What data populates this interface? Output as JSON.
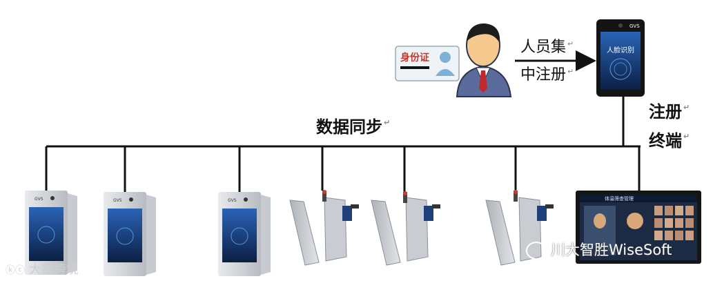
{
  "labels": {
    "register": [
      "人员集",
      "中注册"
    ],
    "sync": "数据同步",
    "terminal": [
      "注册",
      "终端"
    ],
    "para_mark": "↵"
  },
  "id_card": {
    "title": "身份证"
  },
  "face_terminal": {
    "screen_text": "人脸识别",
    "brand": "GVS"
  },
  "monitor": {
    "title": "体温筛查管理"
  },
  "watermarks": {
    "left": "大数跨境",
    "right": "川大智胜WiseSoft"
  },
  "colors": {
    "line": "#111111",
    "terminal_screen": "#1f4b8f",
    "person_suit": "#5b6b9c",
    "tie": "#c0282b",
    "skin": "#f5c98d",
    "gate_body": "#c9cdd2",
    "card_title": "#c0392b"
  }
}
